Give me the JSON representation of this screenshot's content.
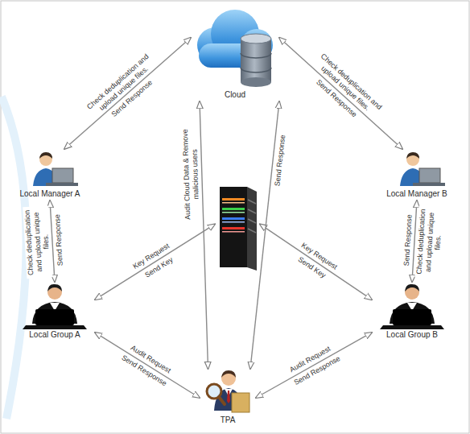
{
  "diagram": {
    "nodes": [
      {
        "text": [
          "Cloud"
        ]
      },
      {
        "text": [
          "Local Manager A"
        ]
      },
      {
        "text": [
          "Local Manager B"
        ]
      },
      {
        "text": []
      },
      {
        "text": [
          "Local Group A"
        ]
      },
      {
        "text": [
          "Local Group B"
        ]
      },
      {
        "text": [
          "TPA"
        ]
      }
    ],
    "edges": [
      {
        "from": 0,
        "to": 1,
        "arrow": "both",
        "label": "Check deduplication and upload unique files."
      },
      {
        "from": 0,
        "to": 2,
        "arrow": "both",
        "label": "Check deduplication and upload unique files."
      },
      {
        "from": 1,
        "to": 4,
        "arrow": "both",
        "label": "Check deduplication and upload unique files."
      },
      {
        "from": 2,
        "to": 5,
        "arrow": "both",
        "label": "Check deduplication and upload unique files."
      },
      {
        "from": 4,
        "to": 3,
        "arrow": "both",
        "label": "Key Request"
      },
      {
        "from": 5,
        "to": 3,
        "arrow": "both",
        "label": "Key Request"
      },
      {
        "from": 4,
        "to": 6,
        "arrow": "both",
        "label": "Audit Request"
      },
      {
        "from": 5,
        "to": 6,
        "arrow": "both",
        "label": "Audit Request"
      },
      {
        "from": 0,
        "to": 6,
        "arrow": "both",
        "label": "Audit Cloud Data & Remove malicious users"
      },
      {
        "from": 0,
        "to": 6,
        "arrow": "both",
        "label": "Send Response"
      }
    ],
    "labels": [
      "Send Response",
      "Send Response",
      "Send Response",
      "Send Response",
      "Send Key",
      "Send Key",
      "Send Response",
      "Send Response"
    ]
  }
}
